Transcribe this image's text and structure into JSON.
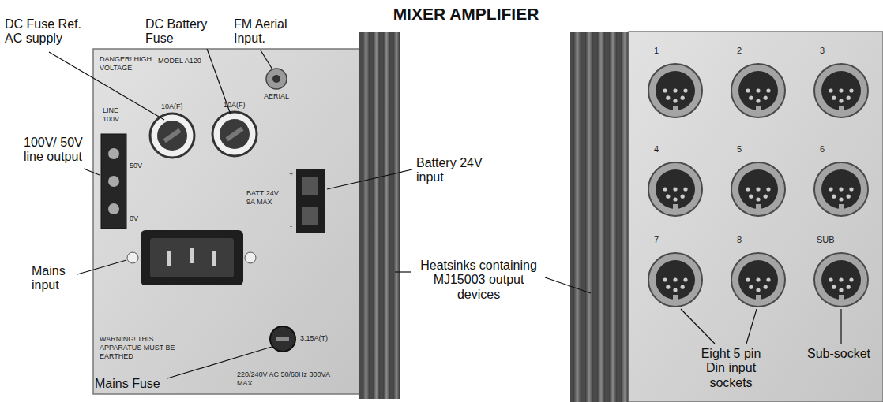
{
  "diagram": {
    "title": "MIXER AMPLIFIER",
    "nodes": [
      {
        "text": [
          "DANGER! HIGH VOLTAGE",
          "MODEL A120",
          "LINE 100V",
          "10A(F)",
          "10A(F)",
          "AERIAL",
          "50V",
          "0V",
          "BATT 24V 9A MAX",
          "+",
          "-",
          "WARNING! THIS APPARATUS MUST BE EARTHED",
          "220/240V AC 50/60Hz 300VA MAX",
          "3.15A(T)"
        ]
      },
      {
        "text": [
          "1",
          "2",
          "3",
          "4",
          "5",
          "6",
          "7",
          "8",
          "SUB"
        ]
      }
    ],
    "labels": [
      "DC Fuse Ref. AC supply",
      "DC Battery Fuse",
      "FM Aerial Input.",
      "100V/ 50V line output",
      "Mains input",
      "Mains Fuse",
      "Battery 24V input",
      "Heatsinks containing MJ15003 output devices",
      "Eight 5 pin Din input sockets",
      "Sub-socket"
    ]
  }
}
